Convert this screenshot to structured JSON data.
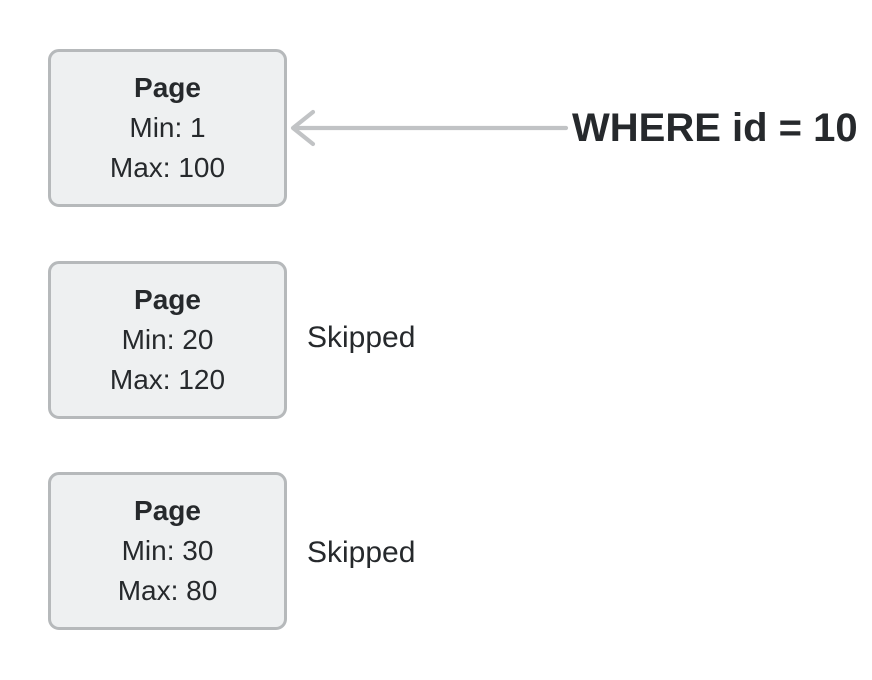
{
  "colors": {
    "background": "#ffffff",
    "box_fill": "#eef0f1",
    "box_border": "#b6b9bb",
    "text_dark": "#26292c",
    "arrow": "#c1c3c5"
  },
  "boxes": [
    {
      "title": "Page",
      "min": "Min: 1",
      "max": "Max: 100"
    },
    {
      "title": "Page",
      "min": "Min: 20",
      "max": "Max: 120"
    },
    {
      "title": "Page",
      "min": "Min: 30",
      "max": "Max: 80"
    }
  ],
  "annotations": {
    "where_clause": "WHERE id = 10",
    "skipped": [
      "Skipped",
      "Skipped"
    ]
  }
}
